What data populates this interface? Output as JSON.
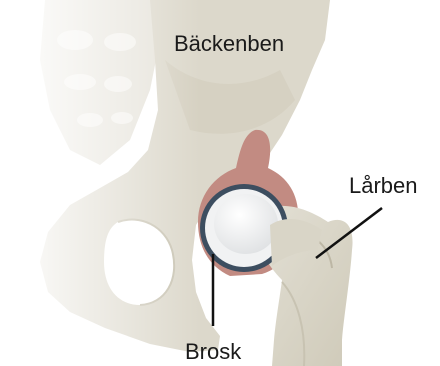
{
  "labels": {
    "pelvis": "Bäckenben",
    "femur": "Lårben",
    "cartilage": "Brosk"
  },
  "colors": {
    "bone": "#dcd8cb",
    "bone_shadow": "#c7c2b2",
    "bone_faded": "#ebe8e0",
    "cartilage_outline": "#3d4e60",
    "cartilage_fill": "#f1f2f3",
    "synovium": "#c28b82",
    "leader_line": "#111111",
    "text": "#1a1a1a"
  }
}
